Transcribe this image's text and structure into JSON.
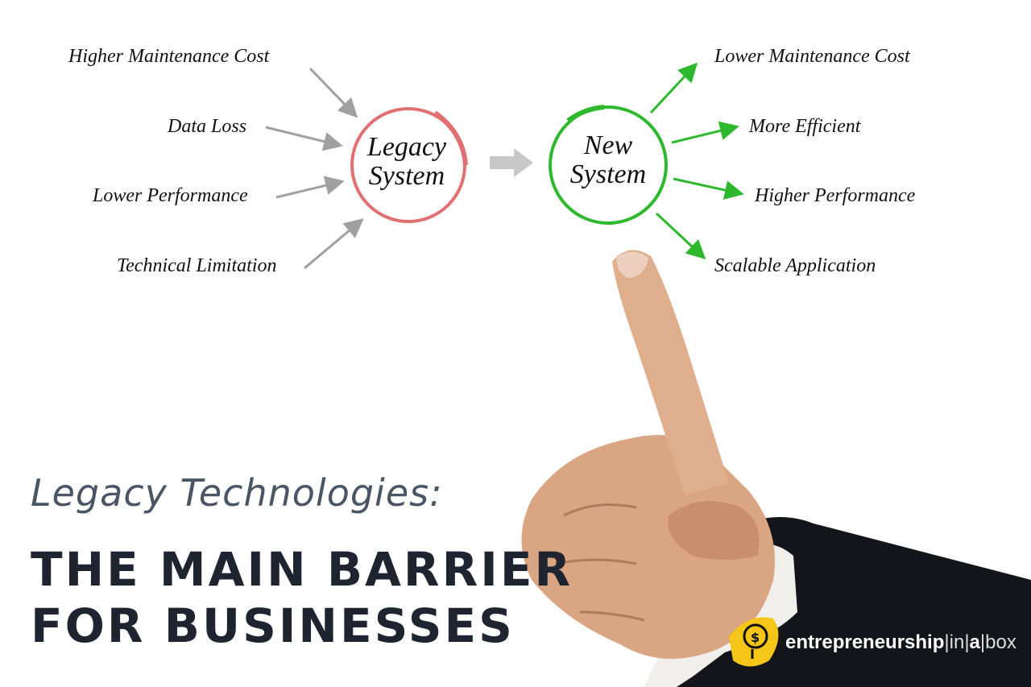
{
  "diagram": {
    "left_node": {
      "line1": "Legacy",
      "line2": "System",
      "color": "#e07072"
    },
    "right_node": {
      "line1": "New",
      "line2": "System",
      "color": "#2eb82e"
    },
    "left_labels": [
      "Higher Maintenance Cost",
      "Data Loss",
      "Lower Performance",
      "Technical Limitation"
    ],
    "right_labels": [
      "Lower Maintenance Cost",
      "More Efficient",
      "Higher Performance",
      "Scalable Application"
    ],
    "left_arrow_color": "#a0a0a0",
    "right_arrow_color": "#2eb82e"
  },
  "headline": {
    "subtitle": "Legacy Technologies:",
    "line1": "THE MAIN BARRIER",
    "line2": "FOR BUSINESSES"
  },
  "logo": {
    "part1": "entrepreneurship",
    "part2": "in",
    "part3": "a",
    "part4": "box",
    "accent": "#f5c518"
  }
}
